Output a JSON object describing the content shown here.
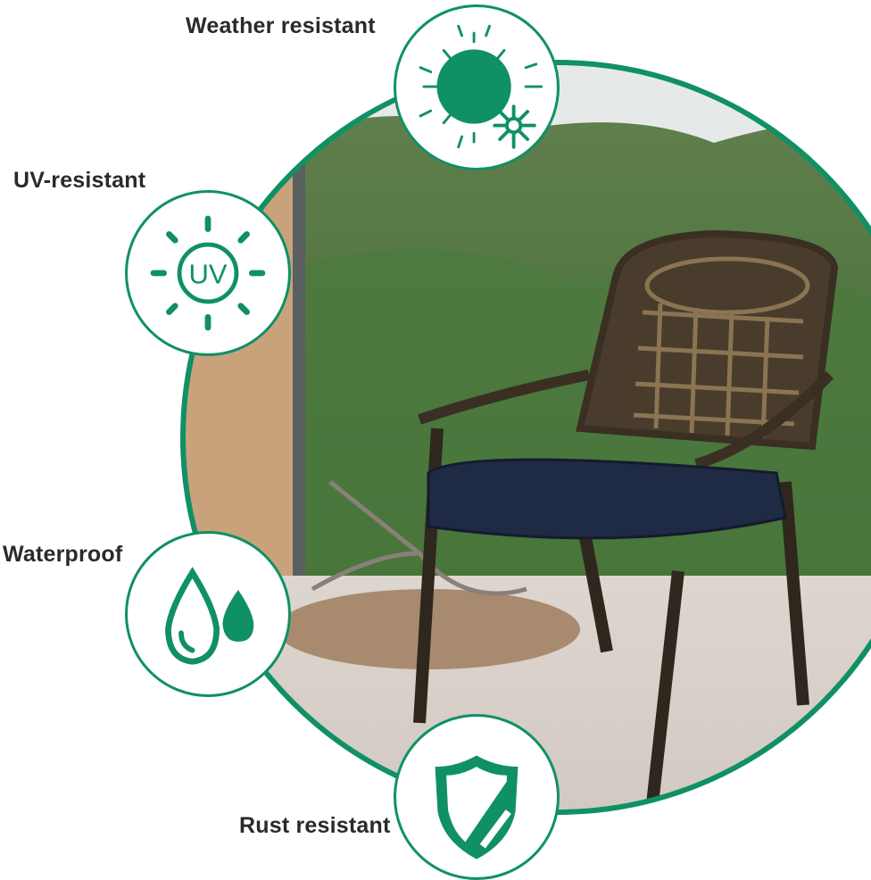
{
  "accent_color": "#109065",
  "features": [
    {
      "label": "Weather resistant",
      "icon": "sun-snowflake-icon"
    },
    {
      "label": "UV-resistant",
      "icon": "uv-sun-icon",
      "icon_text": "UV"
    },
    {
      "label": "Waterproof",
      "icon": "water-drops-icon"
    },
    {
      "label": "Rust resistant",
      "icon": "shield-icon"
    }
  ]
}
